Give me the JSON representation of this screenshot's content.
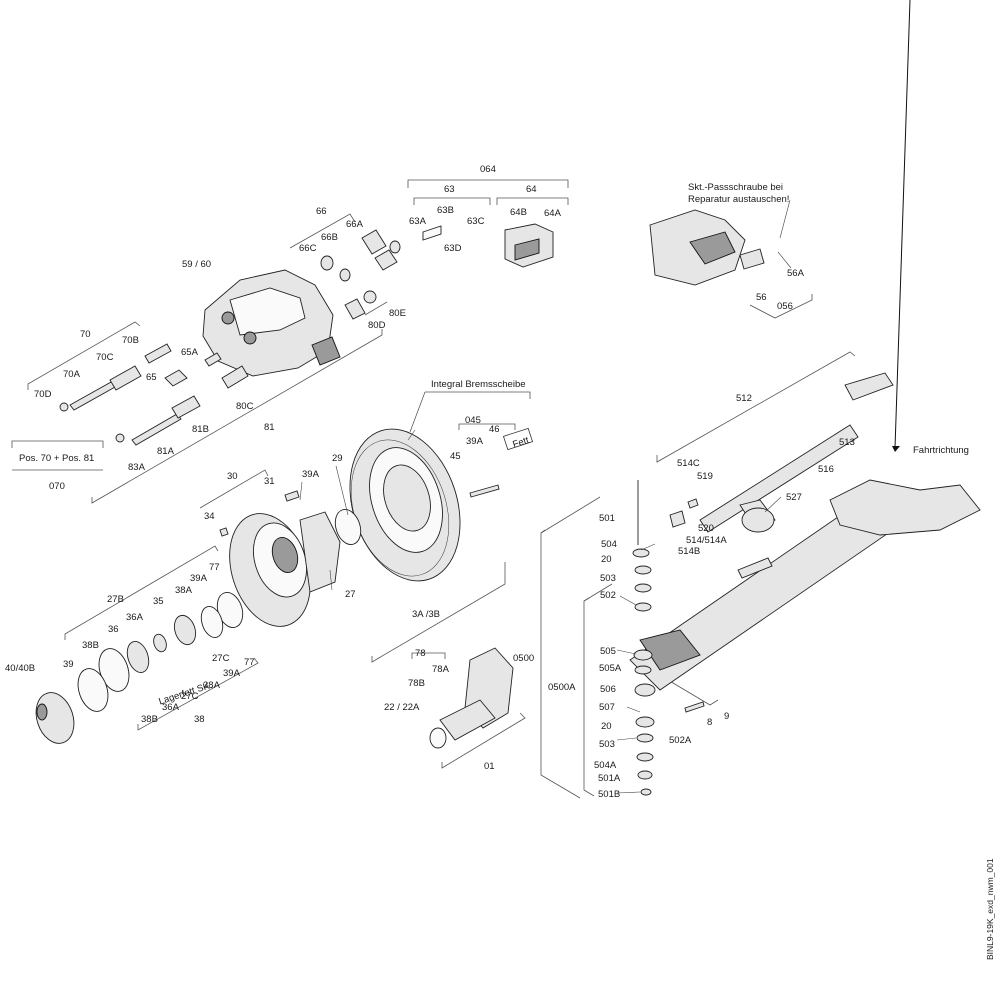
{
  "labels": {
    "064": "064",
    "63": "63",
    "64": "64",
    "63A": "63A",
    "63B": "63B",
    "63C": "63C",
    "63D": "63D",
    "64B": "64B",
    "64A": "64A",
    "66": "66",
    "66A": "66A",
    "66B": "66B",
    "66C": "66C",
    "80E": "80E",
    "80D": "80D",
    "59_60": "59 / 60",
    "65A": "65A",
    "65": "65",
    "80C": "80C",
    "81": "81",
    "81A": "81A",
    "81B": "81B",
    "83A": "83A",
    "70": "70",
    "70A": "70A",
    "70B": "70B",
    "70C": "70C",
    "70D": "70D",
    "pos7081": "Pos. 70 + Pos. 81",
    "070": "070",
    "integral": "Integral Bremsscheibe",
    "045": "045",
    "46": "46",
    "39A_a": "39A",
    "fett": "Fett",
    "45": "45",
    "29": "29",
    "30": "30",
    "31": "31",
    "39A_b": "39A",
    "34": "34",
    "27": "27",
    "27B": "27B",
    "77_a": "77",
    "39A_c": "39A",
    "38A_a": "38A",
    "35": "35",
    "36A_a": "36A",
    "36": "36",
    "38B_a": "38B",
    "39": "39",
    "4040B": "40/40B",
    "lagerfett": "Lagerfett SK.",
    "27C_a": "27C",
    "77_b": "77",
    "39A_d": "39A",
    "38A_b": "38A",
    "27C_b": "27C",
    "36A_b": "36A",
    "38B_b": "38B",
    "38": "38",
    "3A3B": "3A /3B",
    "78": "78",
    "78A": "78A",
    "78B": "78B",
    "2222A": "22 / 22A",
    "01": "01",
    "skt": "Skt.-Passschraube bei",
    "skt2": "Reparatur austauschen!",
    "56A": "56A",
    "56": "56",
    "056": "056",
    "512": "512",
    "513": "513",
    "516": "516",
    "fahrtrichtung": "Fahrtrichtung",
    "514C": "514C",
    "519": "519",
    "520": "520",
    "514_514A": "514/514A",
    "514B": "514B",
    "527": "527",
    "501": "501",
    "504": "504",
    "20_a": "20",
    "503_a": "503",
    "502": "502",
    "0500": "0500",
    "0500A": "0500A",
    "505": "505",
    "505A": "505A",
    "506": "506",
    "507": "507",
    "20_b": "20",
    "502A": "502A",
    "503_b": "503",
    "504A": "504A",
    "501A": "501A",
    "501B": "501B",
    "8": "8",
    "9": "9",
    "drawing_id": "BINL9-19K_exd_nwm_001"
  }
}
